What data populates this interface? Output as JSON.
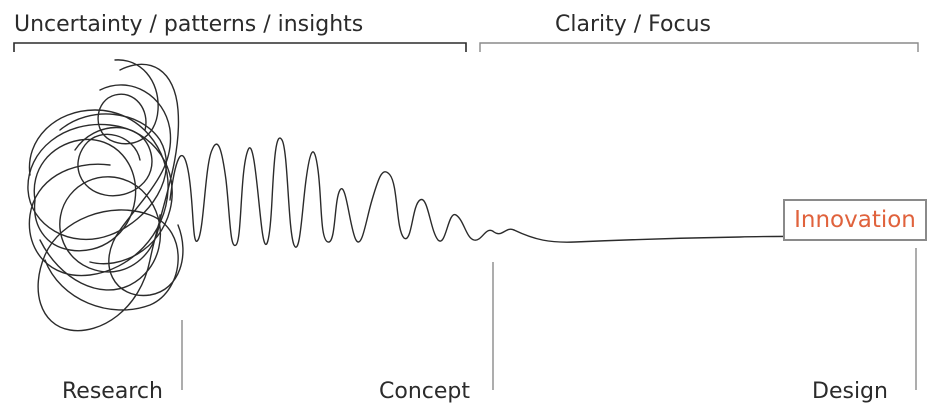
{
  "brackets": {
    "left_label": "Uncertainty / patterns / insights",
    "right_label": "Clarity / Focus"
  },
  "phases": [
    {
      "label": "Research"
    },
    {
      "label": "Concept"
    },
    {
      "label": "Design"
    }
  ],
  "highlight": {
    "label": "Innovation",
    "color": "#e0623c"
  },
  "colors": {
    "line": "#2b2b2b",
    "bracket": "#2b2b2b",
    "marker": "#8a8a8a"
  }
}
